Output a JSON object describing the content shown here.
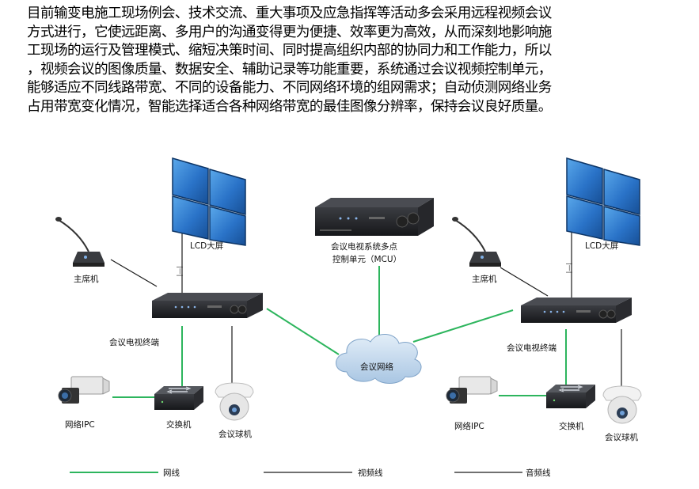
{
  "intro": {
    "lines": [
      "目前输变电施工现场例会、技术交流、重大事项及应急指挥等活动多会采用远程视频会议",
      "方式进行，它使远距离、多用户的沟通变得更为便捷、效率更为高效，从而深刻地影响施",
      "工现场的运行及管理模式、缩短决策时间、同时提高组织内部的协同力和工作能力，所以",
      "，视频会议的图像质量、数据安全、辅助记录等功能重要，系统通过会议视频控制单元，",
      "能够适应不同线路带宽、不同的设备能力、不同网络环境的组网需求；自动侦测网络业务",
      "占用带宽变化情况，智能选择适合各种网络带宽的最佳图像分辨率，保持会议良好质量。"
    ]
  },
  "diagram": {
    "mcu_label_line1": "会议电视系统多点",
    "mcu_label_line2": "控制单元（MCU）",
    "network_label": "会议网络",
    "left_site": {
      "lcd_label": "LCD大屏",
      "chair_label": "主席机",
      "terminal_label": "会议电视终端",
      "ipc_label": "网络IPC",
      "switch_label": "交换机",
      "dome_label": "会议球机"
    },
    "right_site": {
      "lcd_label": "LCD大屏",
      "chair_label": "主席机",
      "terminal_label": "会议电视终端",
      "ipc_label": "网络IPC",
      "switch_label": "交换机",
      "dome_label": "会议球机"
    }
  },
  "legend": {
    "network_line": "网线",
    "video_line": "视频线",
    "audio_line": "音频线"
  },
  "colors": {
    "network_line": "#2db55d",
    "video_line": "#1a1a1a",
    "screen_blue": "#2a73c8",
    "cloud": "#c9dcef"
  }
}
